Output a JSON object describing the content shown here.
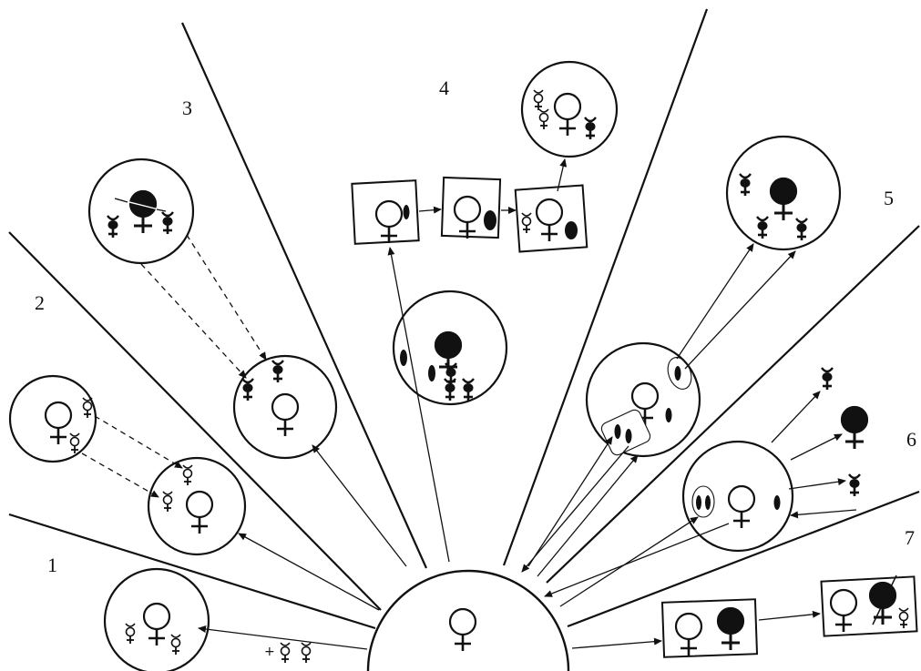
{
  "sectors": [
    {
      "id": "1",
      "label": "1"
    },
    {
      "id": "2",
      "label": "2"
    },
    {
      "id": "3",
      "label": "3"
    },
    {
      "id": "4",
      "label": "4"
    },
    {
      "id": "5",
      "label": "5"
    },
    {
      "id": "6",
      "label": "6"
    },
    {
      "id": "7",
      "label": "7"
    }
  ],
  "colors": {
    "ink": "#111111",
    "background": "#ffffff"
  },
  "symbols": {
    "female": "venus-symbol",
    "hermaphrodite": "mercury-symbol",
    "solid_female": "filled-venus-symbol",
    "solid_hermaphrodite": "filled-mercury-symbol",
    "chromatin_body": "black-oval"
  }
}
